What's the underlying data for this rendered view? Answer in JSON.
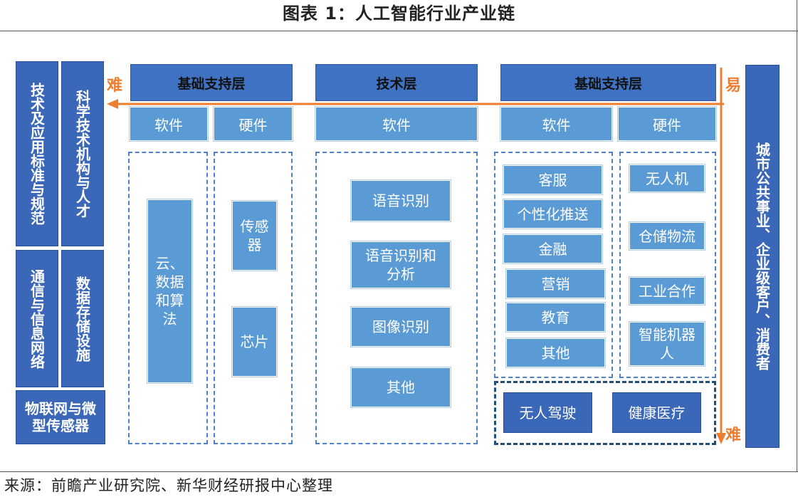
{
  "title": "图表 1：人工智能行业产业链",
  "source": "来源：前瞻产业研究院、新华财经研报中心整理",
  "colors": {
    "dark_blue": "#3f72c2",
    "mid_blue": "#5b9bd5",
    "arrow": "#ed7d31",
    "dash": "#4f81c9",
    "dash_dark": "#1f4e79"
  },
  "left": {
    "c1": "技术及应用标准与规范",
    "c2": "科学技术机构与人才",
    "c3": "通信与信息网络",
    "c4": "数据存储设施",
    "c5": "物联网与微型传感器"
  },
  "right_col": "城市公共事业、企业级客户、消费者",
  "difficulty": {
    "top_left": "难",
    "top_right": "易",
    "bottom_right": "难"
  },
  "layers": {
    "base": {
      "header": "基础支持层",
      "software": "软件",
      "hardware": "硬件",
      "software_items": [
        "云、数据和算法"
      ],
      "hardware_items": [
        "传感器",
        "芯片"
      ]
    },
    "tech": {
      "header": "技术层",
      "software": "软件",
      "items": [
        "语音识别",
        "语音识别和分析",
        "图像识别",
        "其他"
      ]
    },
    "app": {
      "header": "基础支持层",
      "software": "软件",
      "hardware": "硬件",
      "software_items": [
        "客服",
        "个性化推送",
        "金融",
        "营销",
        "教育",
        "其他"
      ],
      "hardware_items": [
        "无人机",
        "仓储物流",
        "工业合作",
        "智能机器人"
      ],
      "bottom_items": [
        "无人驾驶",
        "健康医疗"
      ]
    }
  }
}
